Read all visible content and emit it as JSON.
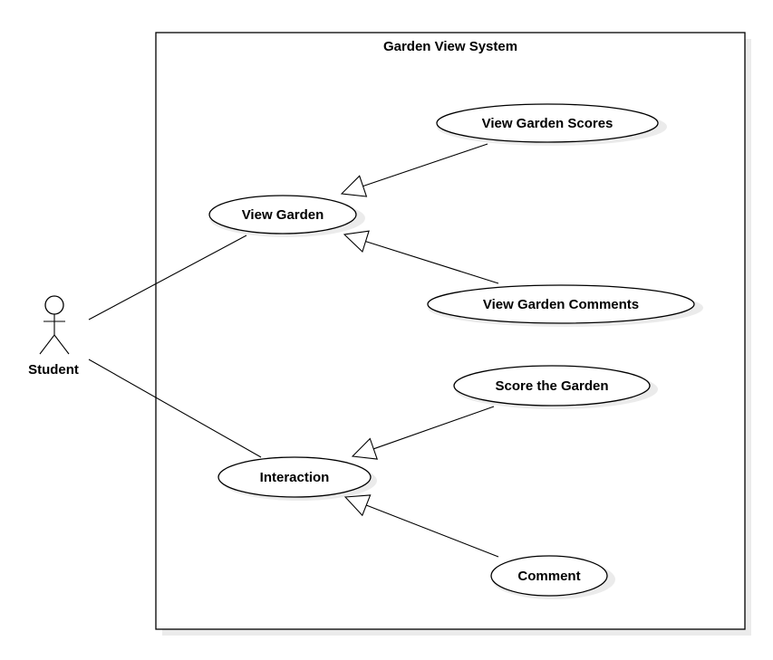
{
  "system": {
    "title": "Garden View System"
  },
  "actor": {
    "name": "Student"
  },
  "use_cases": {
    "view_garden": "View Garden",
    "view_garden_scores": "View Garden Scores",
    "view_garden_comments": "View Garden Comments",
    "interaction": "Interaction",
    "score_the_garden": "Score the Garden",
    "comment": "Comment"
  },
  "relations": [
    {
      "type": "association",
      "from": "actor",
      "to": "view_garden"
    },
    {
      "type": "association",
      "from": "actor",
      "to": "interaction"
    },
    {
      "type": "generalization",
      "from": "view_garden_scores",
      "to": "view_garden"
    },
    {
      "type": "generalization",
      "from": "view_garden_comments",
      "to": "view_garden"
    },
    {
      "type": "generalization",
      "from": "score_the_garden",
      "to": "interaction"
    },
    {
      "type": "generalization",
      "from": "comment",
      "to": "interaction"
    }
  ]
}
